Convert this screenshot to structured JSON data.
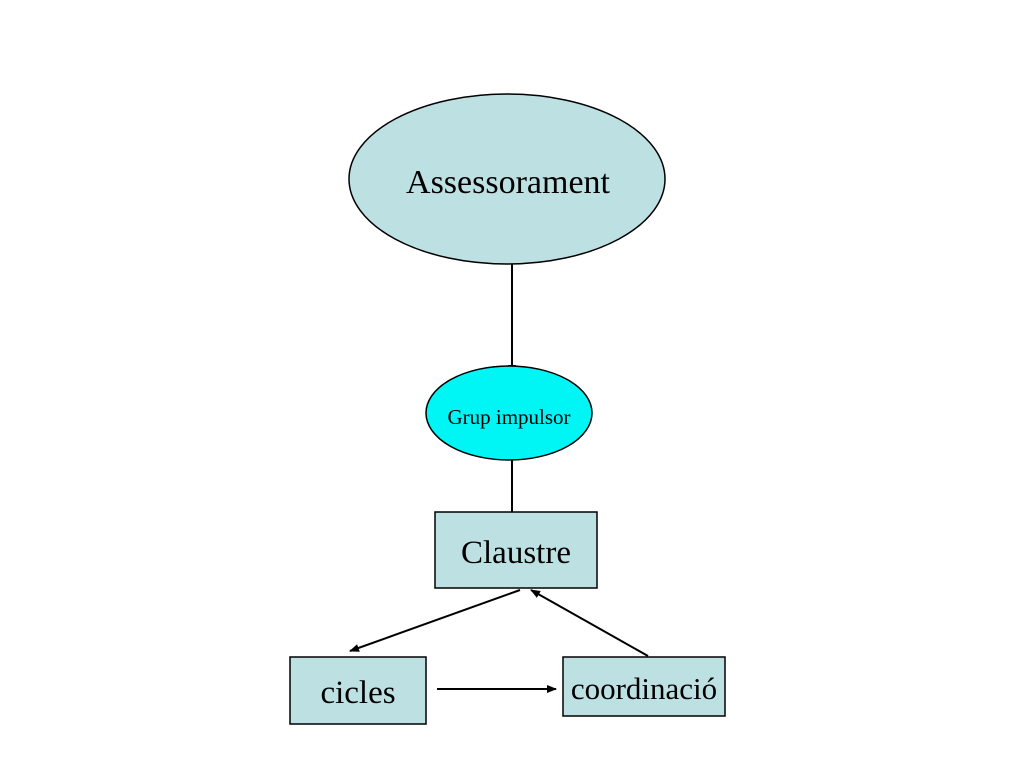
{
  "colors": {
    "pale_blue_fill": "#bde0e3",
    "cyan_fill": "#00f5f5",
    "stroke": "#000000",
    "background": "#ffffff"
  },
  "nodes": {
    "assessorament": {
      "label": "Assessorament",
      "shape": "ellipse"
    },
    "grup_impulsor": {
      "label": "Grup impulsor",
      "shape": "ellipse"
    },
    "claustre": {
      "label": "Claustre",
      "shape": "rectangle"
    },
    "cicles": {
      "label": "cicles",
      "shape": "rectangle"
    },
    "coordinacio": {
      "label": "coordinació",
      "shape": "rectangle"
    }
  },
  "edges": [
    {
      "from": "assessorament",
      "to": "grup_impulsor"
    },
    {
      "from": "grup_impulsor",
      "to": "claustre"
    },
    {
      "from": "claustre",
      "to": "cicles"
    },
    {
      "from": "coordinacio",
      "to": "claustre"
    },
    {
      "from": "cicles",
      "to": "coordinacio"
    }
  ]
}
